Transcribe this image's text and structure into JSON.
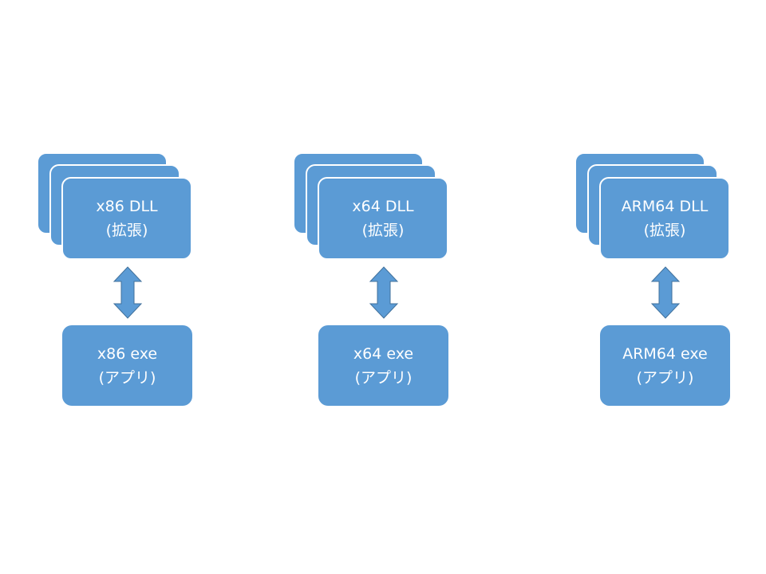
{
  "colors": {
    "fill": "#5b9bd5",
    "stroke": "#ffffff",
    "arrow_stroke": "#41719c",
    "text": "#ffffff"
  },
  "groups": [
    {
      "dll": {
        "line1": "x86 DLL",
        "line2": "(拡張)"
      },
      "exe": {
        "line1": "x86 exe",
        "line2": "(アプリ)"
      }
    },
    {
      "dll": {
        "line1": "x64 DLL",
        "line2": "(拡張)"
      },
      "exe": {
        "line1": "x64 exe",
        "line2": "(アプリ)"
      }
    },
    {
      "dll": {
        "line1": "ARM64 DLL",
        "line2": "(拡張)"
      },
      "exe": {
        "line1": "ARM64 exe",
        "line2": "(アプリ)"
      }
    }
  ]
}
